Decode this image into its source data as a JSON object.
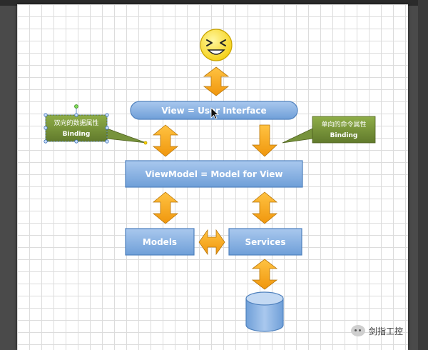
{
  "diagram": {
    "view_label": "View = User Interface",
    "viewmodel_label": "ViewModel = Model for View",
    "models_label": "Models",
    "services_label": "Services",
    "callout_left": {
      "title": "双向的数据属性",
      "sub": "Binding"
    },
    "callout_right": {
      "title": "单向的命令属性",
      "sub": "Binding"
    }
  },
  "watermark": {
    "text": "剑指工控"
  },
  "colors": {
    "box_blue": "#8db3e2",
    "box_border": "#4f81bd",
    "arrow_orange": "#f5a623",
    "callout_green": "#77933c",
    "smiley_yellow": "#ffe23a"
  }
}
